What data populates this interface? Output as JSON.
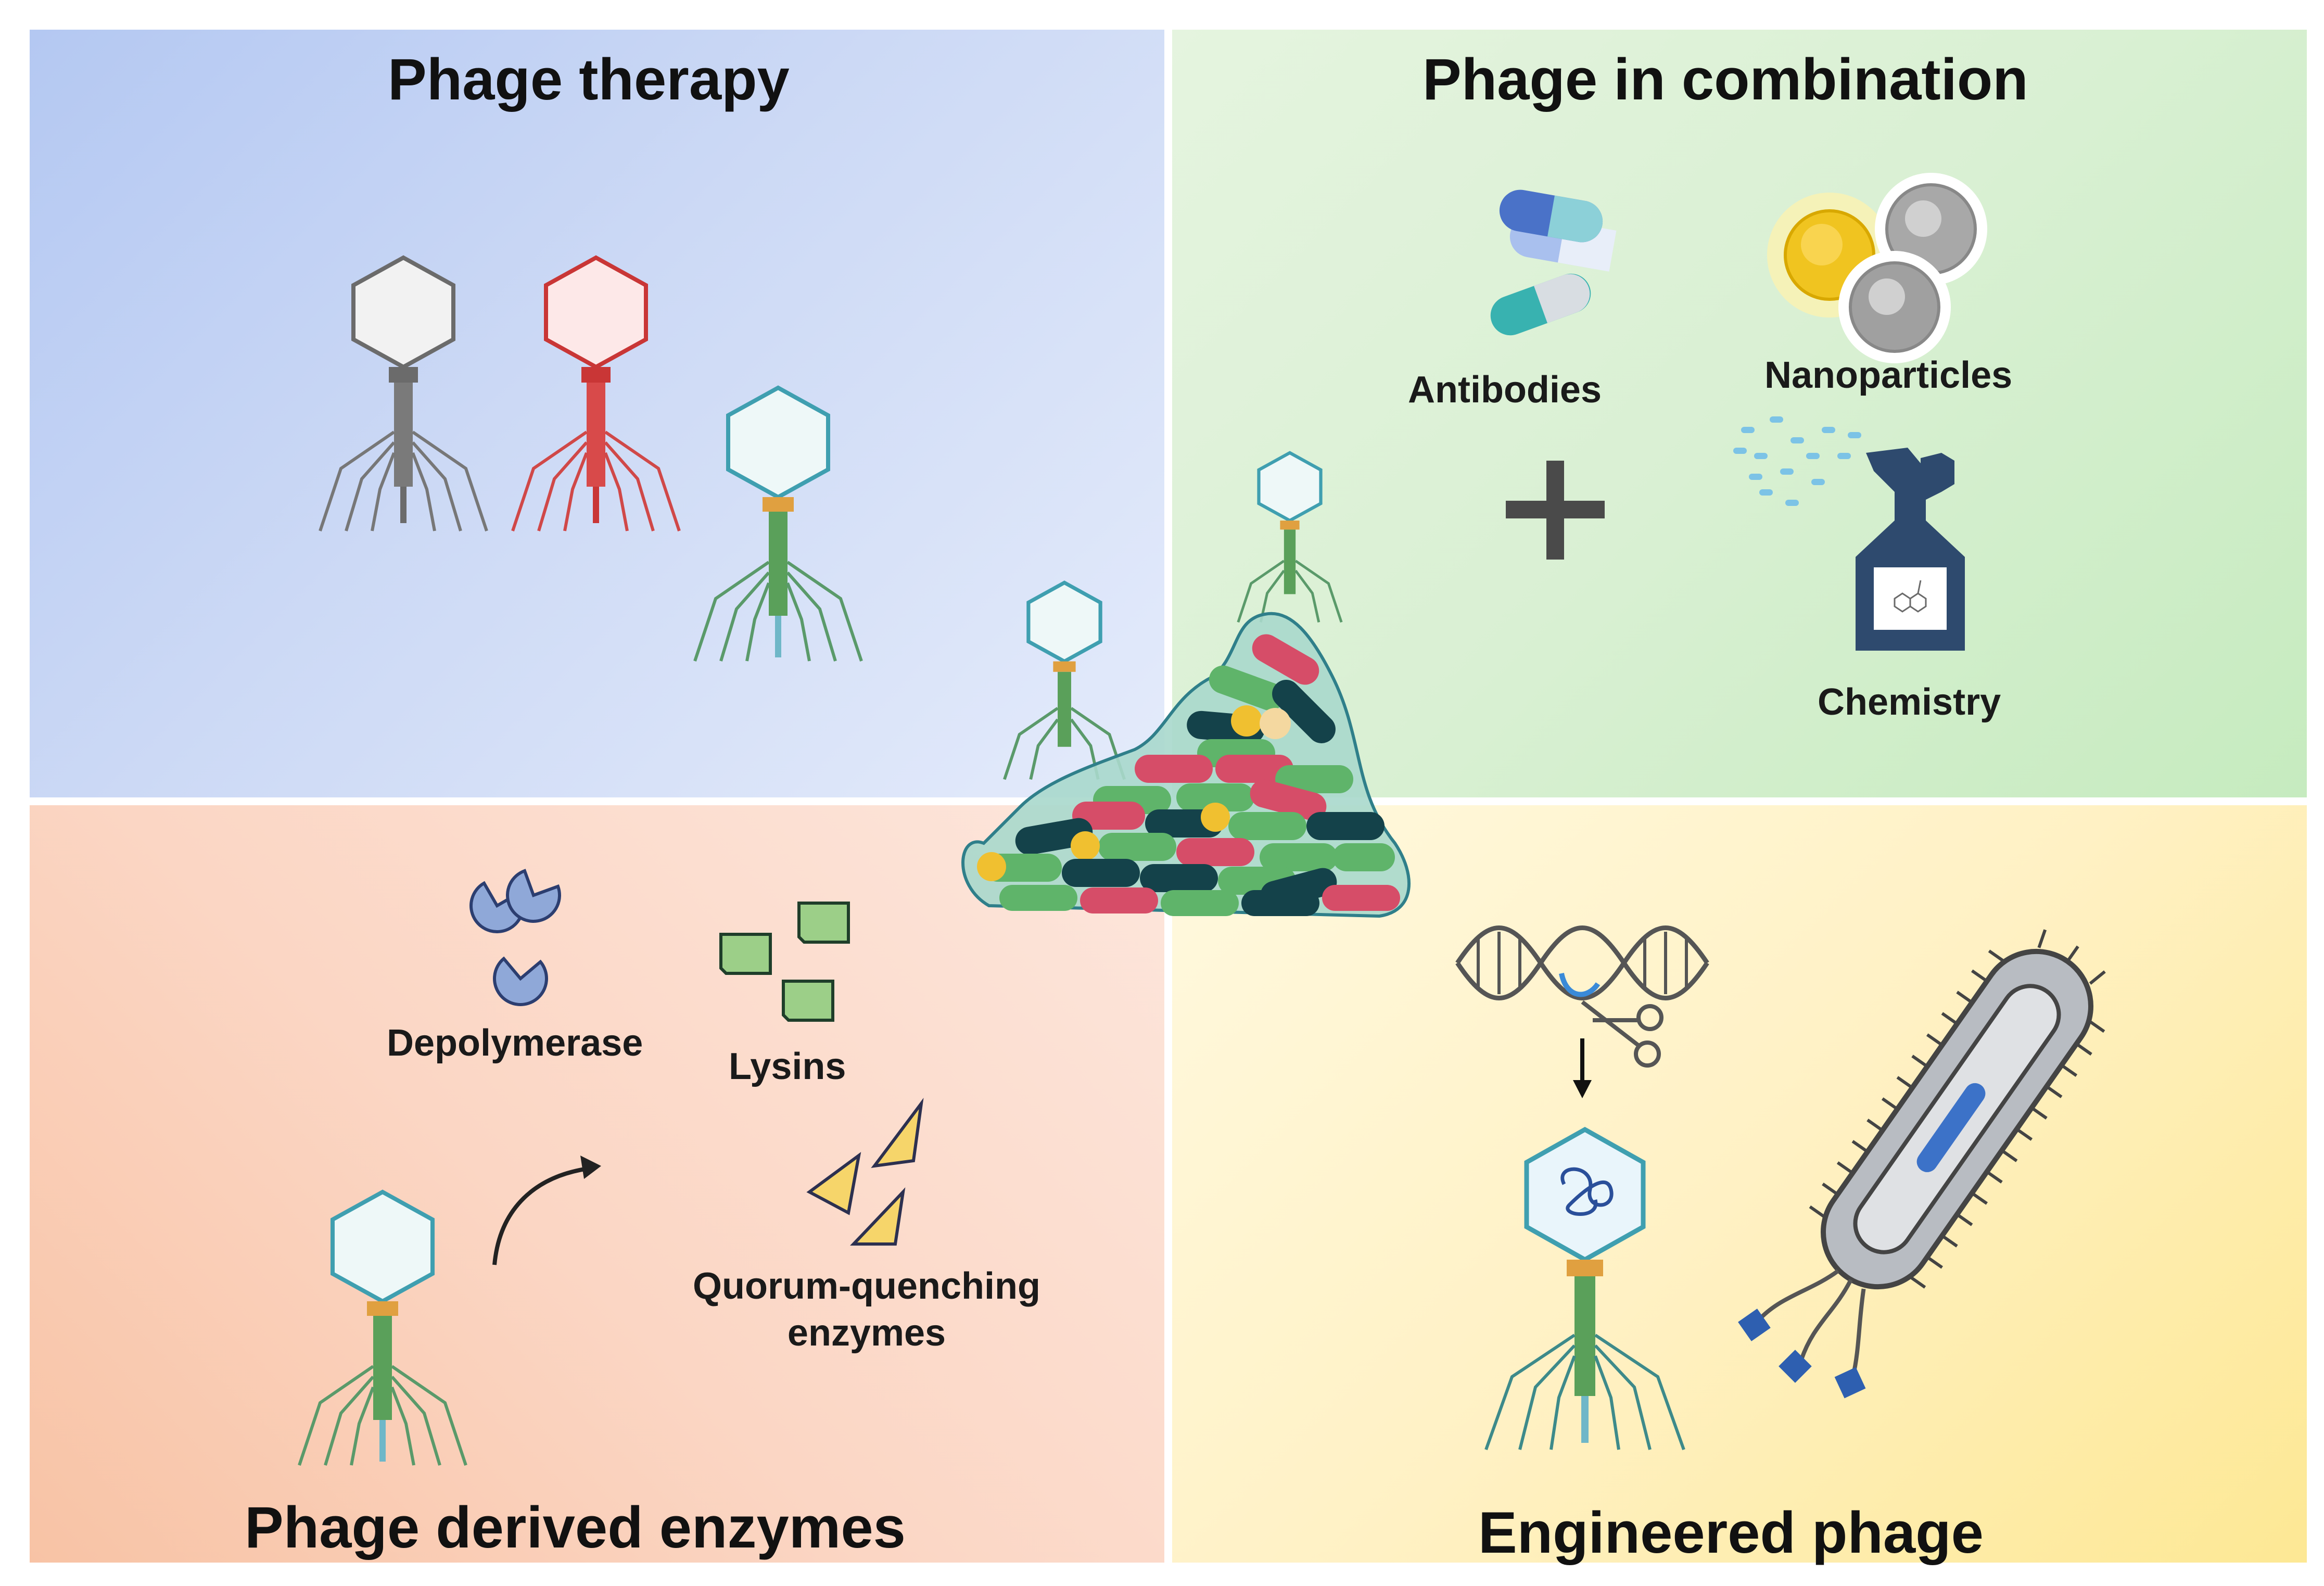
{
  "panels": {
    "top_left": {
      "title": "Phage therapy"
    },
    "top_right": {
      "title": "Phage in combination",
      "antibodies_label": "Antibodies",
      "nanoparticles_label": "Nanoparticles",
      "chemistry_label": "Chemistry"
    },
    "bottom_left": {
      "title": "Phage derived enzymes",
      "depolymerase_label": "Depolymerase",
      "lysins_label": "Lysins",
      "quorum_label_line1": "Quorum-quenching",
      "quorum_label_line2": "enzymes"
    },
    "bottom_right": {
      "title": "Engineered phage"
    }
  },
  "colors": {
    "phage_therapy_bg": "#c4d4f4",
    "combination_bg": "#d4eecd",
    "enzymes_bg": "#fbd3bf",
    "engineered_bg": "#fff0c0",
    "phage_green": "#5aa05a",
    "phage_capsid_blue": "#3f9fb0",
    "phage_red": "#d23a3a",
    "bacteria_pink": "#d64d68",
    "bacteria_dark": "#14424a",
    "bacteria_green": "#5fb46a"
  },
  "icons": [
    "phage-icon",
    "pill-icon",
    "nanoparticle-icon",
    "spray-bottle-icon",
    "plus-icon",
    "biofilm-icon",
    "depolymerase-icon",
    "lysin-icon",
    "quorum-enzyme-icon",
    "dna-icon",
    "scissors-icon",
    "bacterium-icon",
    "arrow-icon"
  ]
}
